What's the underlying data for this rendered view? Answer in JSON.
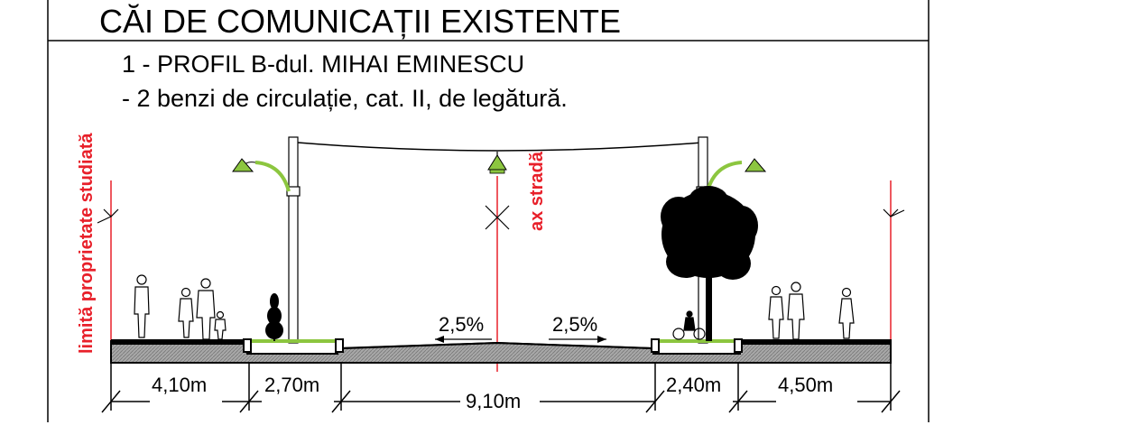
{
  "title": "CĂI DE COMUNICAȚII EXISTENTE",
  "profile_title": "1 - PROFIL B-dul. MIHAI EMINESCU",
  "profile_subtitle": "- 2 benzi de circulație, cat. II, de legătură.",
  "label_property_limit": "limită proprietate studiată",
  "label_street_axis": "ax stradă",
  "slope_left": "2,5%",
  "slope_right": "2,5%",
  "dimensions": [
    "4,10m",
    "2,70m",
    "9,10m",
    "2,40m",
    "4,50m"
  ],
  "colors": {
    "red": "#e8202a",
    "green": "#8cc63f",
    "lamp": "#8cc63f",
    "pavement": "#9a9a9a"
  }
}
